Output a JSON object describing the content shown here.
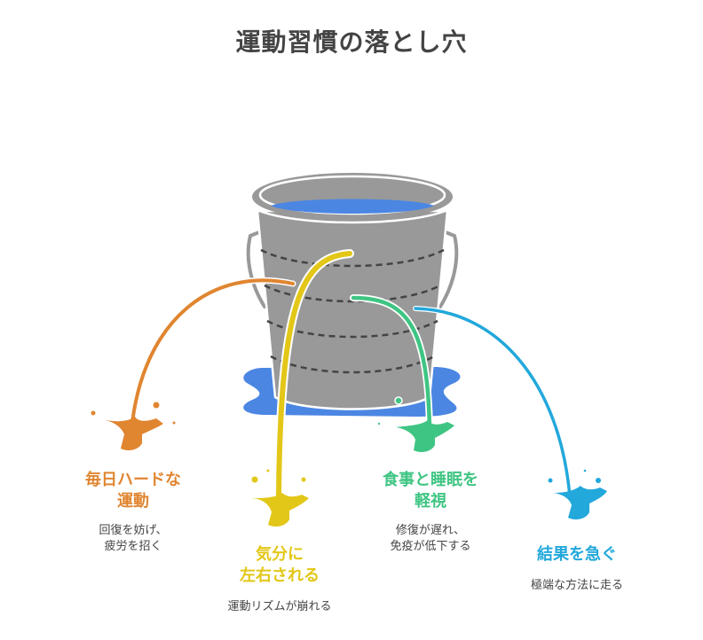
{
  "title": "運動習慣の落とし穴",
  "colors": {
    "bucket": "#999999",
    "water": "#4B86E3",
    "title_text": "#444444",
    "desc_text": "#444444",
    "orange": "#E08530",
    "yellow": "#E3C718",
    "green": "#3FC583",
    "blue": "#22A8DB"
  },
  "items": [
    {
      "label_line1": "毎日ハードな",
      "label_line2": "運動",
      "desc_line1": "回復を妨げ、",
      "desc_line2": "疲労を招く",
      "color": "#E08530",
      "icon": "splash-icon"
    },
    {
      "label_line1": "気分に",
      "label_line2": "左右される",
      "desc_line1": "運動リズムが崩れる",
      "desc_line2": "",
      "color": "#E3C718",
      "icon": "splash-icon"
    },
    {
      "label_line1": "食事と睡眠を",
      "label_line2": "軽視",
      "desc_line1": "修復が遅れ、",
      "desc_line2": "免疫が低下する",
      "color": "#3FC583",
      "icon": "splash-icon"
    },
    {
      "label_line1": "結果を急ぐ",
      "label_line2": "",
      "desc_line1": "極端な方法に走る",
      "desc_line2": "",
      "color": "#22A8DB",
      "icon": "splash-icon"
    }
  ]
}
